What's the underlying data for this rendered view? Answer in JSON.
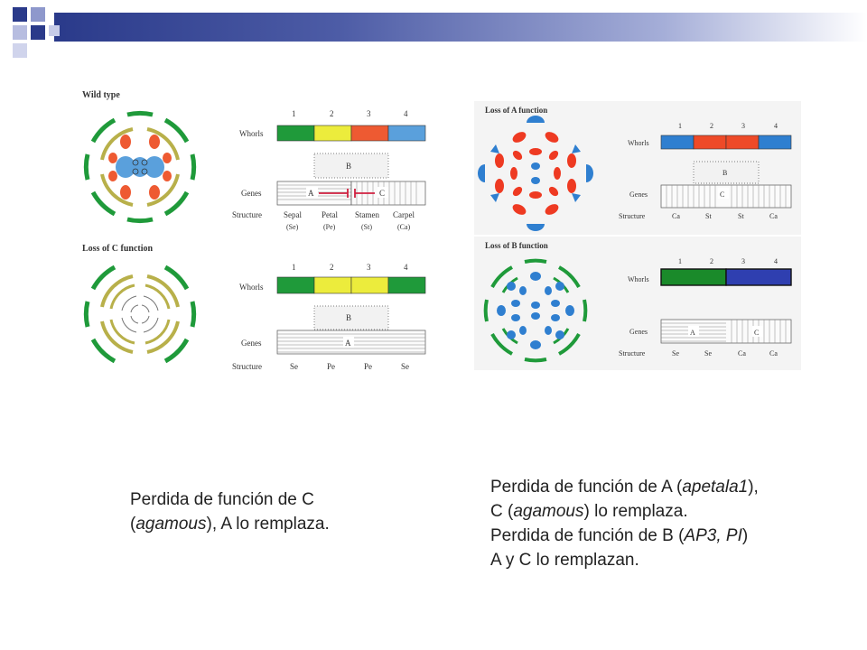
{
  "slide": {
    "colors": {
      "green": "#1f9a3a",
      "yellow": "#ecec3c",
      "orange": "#ee5a32",
      "blue": "#5aa0dc",
      "darkgreen": "#157a25",
      "darkblue": "#2f3fb0",
      "olive": "#b8b04a",
      "navy": "#2a3a8a"
    }
  },
  "panel_wild": {
    "title": "Wild type",
    "whorl_numbers": [
      "1",
      "2",
      "3",
      "4"
    ],
    "whorls_label": "Whorls",
    "genes_label": "Genes",
    "structure_label": "Structure",
    "gene_b": "B",
    "gene_a": "A",
    "gene_c": "C",
    "structures": [
      "Sepal",
      "Petal",
      "Stamen",
      "Carpel"
    ],
    "structures_abbr": [
      "(Se)",
      "(Pe)",
      "(St)",
      "(Ca)"
    ]
  },
  "panel_lossC": {
    "title": "Loss of C function",
    "whorl_numbers": [
      "1",
      "2",
      "3",
      "4"
    ],
    "whorls_label": "Whorls",
    "genes_label": "Genes",
    "structure_label": "Structure",
    "gene_b": "B",
    "gene_a": "A",
    "structures": [
      "Se",
      "Pe",
      "Pe",
      "Se"
    ]
  },
  "panel_lossA": {
    "title": "Loss of A function",
    "whorl_numbers": [
      "1",
      "2",
      "3",
      "4"
    ],
    "whorls_label": "Whorls",
    "genes_label": "Genes",
    "structure_label": "Structure",
    "gene_b": "B",
    "gene_c": "C",
    "structures": [
      "Ca",
      "St",
      "St",
      "Ca"
    ]
  },
  "panel_lossB": {
    "title": "Loss of B function",
    "whorl_numbers": [
      "1",
      "2",
      "3",
      "4"
    ],
    "whorls_label": "Whorls",
    "genes_label": "Genes",
    "structure_label": "Structure",
    "gene_a": "A",
    "gene_c": "C",
    "structures": [
      "Se",
      "Se",
      "Ca",
      "Ca"
    ]
  },
  "captions": {
    "left_line1": "Perdida de función de C",
    "left_open": "(",
    "left_gene": "agamous",
    "left_rest": "),  A lo remplaza.",
    "right_l1_pre": "Perdida de función de A (",
    "right_l1_gene": "apetala1",
    "right_l1_post": "),",
    "right_l2_pre": "C (",
    "right_l2_gene": "agamous",
    "right_l2_post": ") lo remplaza.",
    "right_l3_pre": "Perdida de función de B (",
    "right_l3_gene": "AP3, PI",
    "right_l3_post": ")",
    "right_l4": "A y C lo remplazan."
  }
}
